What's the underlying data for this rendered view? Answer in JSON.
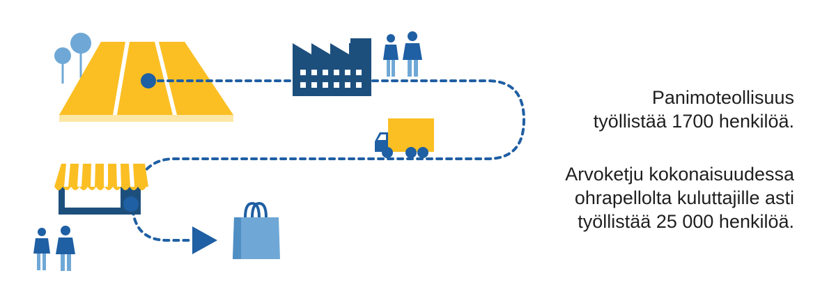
{
  "colors": {
    "yellow": "#fbbf24",
    "yellow_light": "#fde7a6",
    "navy": "#1d4f7d",
    "blue": "#1f5fa3",
    "light_blue": "#6fa8d6",
    "text": "#1f1f1f"
  },
  "icons": [
    "tree-icon",
    "barley-field-icon",
    "factory-icon",
    "workers-icon",
    "delivery-truck-icon",
    "shop-icon",
    "shopping-bag-icon",
    "arrow-icon"
  ],
  "text": {
    "stat1_line1": "Panimoteollisuus",
    "stat1_line2": "työllistää 1700 henkilöä.",
    "stat2_line1": "Arvoketju kokonaisuudessa",
    "stat2_line2": "ohrapellolta kuluttajille asti",
    "stat2_line3": "työllistää 25 000 henkilöä."
  }
}
